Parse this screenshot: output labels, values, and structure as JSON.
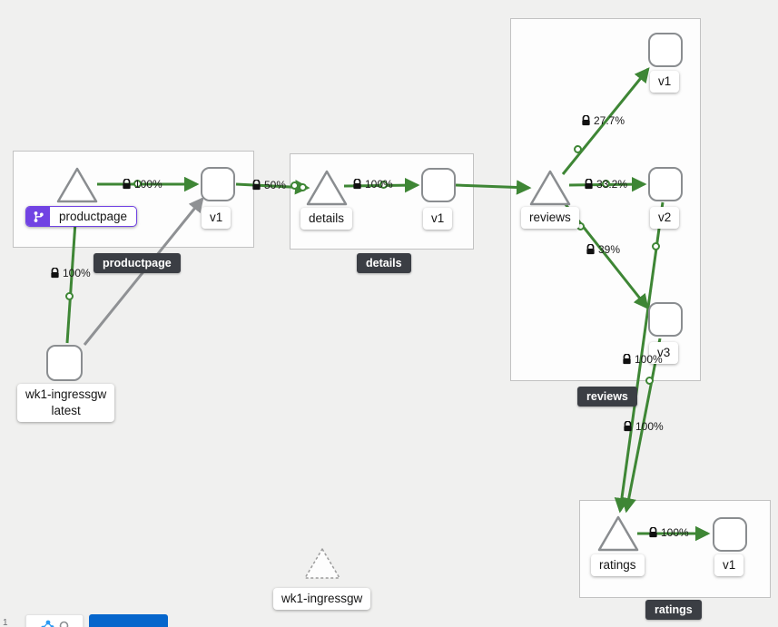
{
  "colors": {
    "edge_green": "#3e8635",
    "edge_gray": "#8f9194",
    "node_border": "#8a8d90",
    "badge_bg": "#3b3e44",
    "virtual_service_purple": "#7143e3",
    "primary_blue": "#0666cc",
    "background": "#f0f0ef"
  },
  "groups": {
    "productpage": {
      "badge": "productpage"
    },
    "details": {
      "badge": "details"
    },
    "reviews": {
      "badge": "reviews"
    },
    "ratings": {
      "badge": "ratings"
    }
  },
  "nodes": {
    "productpage_service": {
      "label": "productpage"
    },
    "productpage_v1": {
      "label": "v1"
    },
    "details_service": {
      "label": "details"
    },
    "details_v1": {
      "label": "v1"
    },
    "reviews_service": {
      "label": "reviews"
    },
    "reviews_v1": {
      "label": "v1"
    },
    "reviews_v2": {
      "label": "v2"
    },
    "reviews_v3": {
      "label": "v3"
    },
    "ingress_workload": {
      "label_line1": "wk1-ingressgw",
      "label_line2": "latest"
    },
    "ingress_service": {
      "label": "wk1-ingressgw"
    },
    "ratings_service": {
      "label": "ratings"
    },
    "ratings_v1": {
      "label": "v1"
    }
  },
  "edges": {
    "gw_to_productpage": "100%",
    "productpage_to_v1": "100%",
    "v1_to_details": "50%",
    "details_to_v1": "100%",
    "reviews_to_v1": "27.7%",
    "reviews_to_v2": "33.2%",
    "reviews_to_v3": "39%",
    "v2_to_ratings": "100%",
    "v3_to_ratings": "100%",
    "ratings_to_v1": "100%"
  },
  "toolbar": {
    "partial_text": "1"
  }
}
